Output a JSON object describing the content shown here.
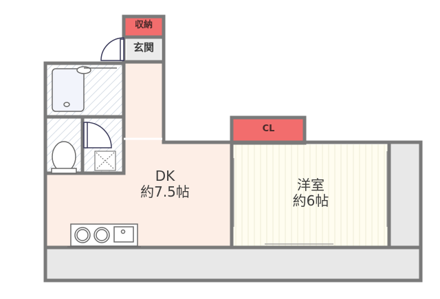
{
  "plan": {
    "rooms": {
      "storage": {
        "label": "収納",
        "color": "#f26d6d"
      },
      "entrance": {
        "label": "玄関",
        "color": "#ebebeb"
      },
      "dk": {
        "name": "DK",
        "size": "約7.5帖",
        "color": "#fdeee6"
      },
      "western": {
        "name": "洋室",
        "size": "約6帖",
        "color": "#fffdf0"
      },
      "closet": {
        "label": "CL",
        "color": "#f26d6d"
      },
      "balcony": {
        "color": "#e8e8e8"
      }
    },
    "fixtures": [
      "bathtub",
      "toilet",
      "washing-machine-pan",
      "kitchen-stove",
      "kitchen-sink"
    ],
    "colors": {
      "wall": "#7a7a7a",
      "bath_hatch": "#dfe6ec",
      "text": "#3d3d3d"
    }
  }
}
